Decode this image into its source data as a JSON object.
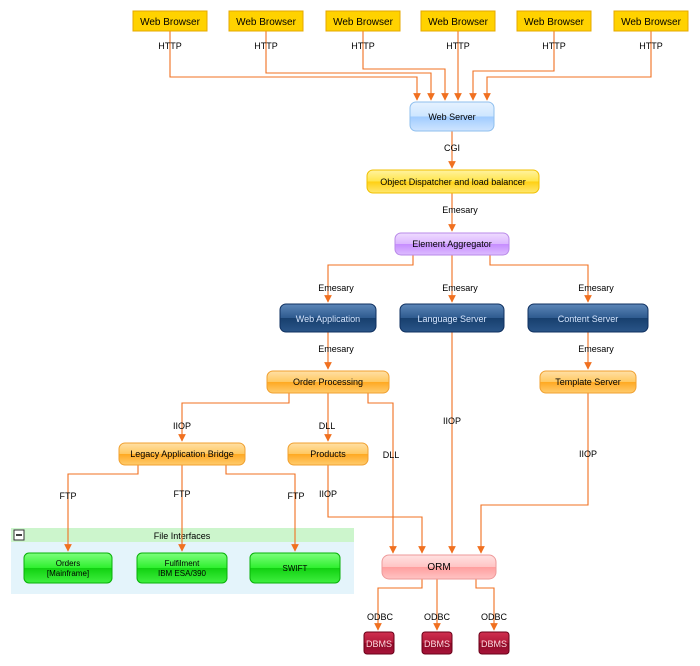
{
  "nodes": {
    "wb1": {
      "label": "Web Browser",
      "kind": "browser"
    },
    "wb2": {
      "label": "Web Browser",
      "kind": "browser"
    },
    "wb3": {
      "label": "Web Browser",
      "kind": "browser"
    },
    "wb4": {
      "label": "Web Browser",
      "kind": "browser"
    },
    "wb5": {
      "label": "Web Browser",
      "kind": "browser"
    },
    "wb6": {
      "label": "Web Browser",
      "kind": "browser"
    },
    "webserver": {
      "label": "Web Server",
      "kind": "lightblue"
    },
    "dispatcher": {
      "label": "Object Dispatcher and load balancer",
      "kind": "yellow"
    },
    "aggregator": {
      "label": "Element Aggregator",
      "kind": "purple"
    },
    "webapp": {
      "label": "Web Application",
      "kind": "navy"
    },
    "langserver": {
      "label": "Language Server",
      "kind": "navy"
    },
    "contentserver": {
      "label": "Content Server",
      "kind": "navy"
    },
    "orderproc": {
      "label": "Order Processing",
      "kind": "orange"
    },
    "templateserver": {
      "label": "Template Server",
      "kind": "orange"
    },
    "legacybridge": {
      "label": "Legacy Application Bridge",
      "kind": "orange"
    },
    "products": {
      "label": "Products",
      "kind": "orange"
    },
    "orders": {
      "label": "Orders",
      "label2": "[Mainframe]",
      "kind": "green"
    },
    "fulfilment": {
      "label": "Fulfilment",
      "label2": "IBM ESA/390",
      "kind": "green"
    },
    "swift": {
      "label": "SWIFT",
      "kind": "green"
    },
    "orm": {
      "label": "ORM",
      "kind": "pink"
    },
    "dbms1": {
      "label": "DBMS",
      "kind": "dbms"
    },
    "dbms2": {
      "label": "DBMS",
      "kind": "dbms"
    },
    "dbms3": {
      "label": "DBMS",
      "kind": "dbms"
    }
  },
  "group": {
    "title": "File Interfaces",
    "toggle": "−"
  },
  "edges": {
    "http": "HTTP",
    "cgi": "CGI",
    "emesary": "Emesary",
    "iiop": "IIOP",
    "dll": "DLL",
    "ftp": "FTP",
    "odbc": "ODBC"
  },
  "colors": {
    "edge": "#f07020",
    "browser_fill": "#ffd200",
    "browser_stroke": "#e0a800",
    "lightblue_fill": "#bcdcff",
    "yellow_fill": "#ffe14a",
    "purple_fill": "#d5a8ff",
    "navy_fill": "#1e4a7c",
    "orange_fill": "#ffbf4a",
    "green_fill": "#1fe61f",
    "pink_fill": "#ffb8b8",
    "dbms_fill": "#a01030",
    "group_header": "#ccf5cc",
    "group_body": "#e4f4fb"
  }
}
